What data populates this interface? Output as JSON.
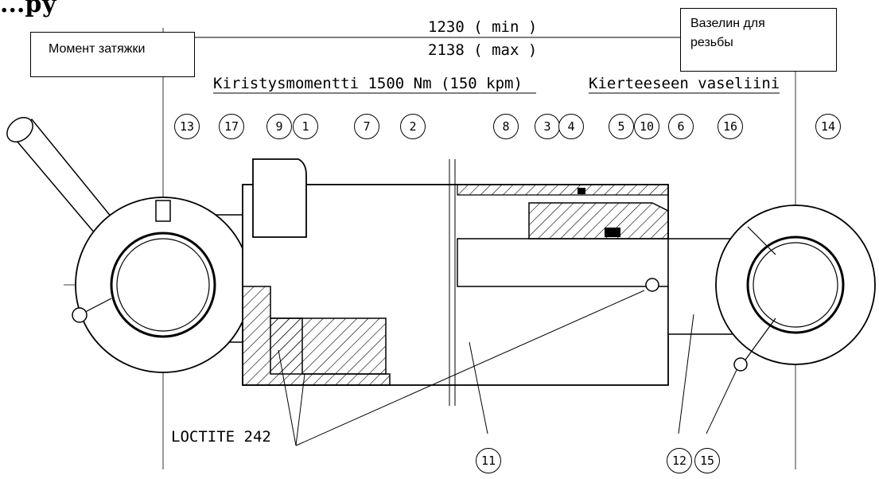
{
  "page": {
    "title_fragment": "...ру",
    "dim_min": "1230  ( min )",
    "dim_max": "2138  ( max )",
    "label_box_left": "Момент затяжки",
    "label_box_right_line1": "Вазелин для",
    "label_box_right_line2": "резьбы",
    "torque_note": "Kiristysmomentti 1500 Nm (150 kpm)",
    "thread_note": "Kierteeseen vaseliini",
    "loctite_note": "LOCTITE 242"
  },
  "callouts": [
    "13",
    "17",
    "9",
    "1",
    "7",
    "2",
    "8",
    "3",
    "4",
    "5",
    "10",
    "6",
    "16",
    "14",
    "11",
    "12",
    "15"
  ]
}
